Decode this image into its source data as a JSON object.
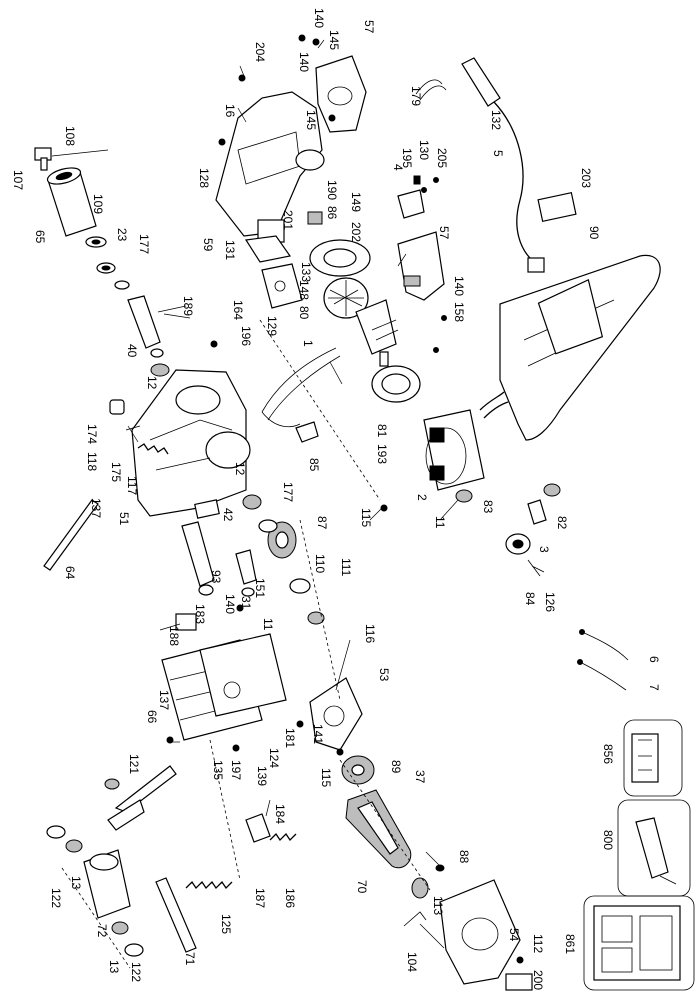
{
  "figure": {
    "callouts": [
      "145",
      "140",
      "57",
      "204",
      "140",
      "179",
      "132",
      "5",
      "16",
      "145",
      "130",
      "195",
      "205",
      "4",
      "128",
      "203",
      "190",
      "86",
      "149",
      "202",
      "57",
      "90",
      "201",
      "59",
      "131",
      "133",
      "140",
      "158",
      "148",
      "80",
      "164",
      "129",
      "196",
      "1",
      "189",
      "40",
      "12",
      "81",
      "193",
      "2",
      "174",
      "118",
      "175",
      "117",
      "85",
      "11",
      "83",
      "82",
      "12",
      "177",
      "137",
      "115",
      "51",
      "42",
      "87",
      "3",
      "110",
      "111",
      "64",
      "93",
      "31",
      "151",
      "140",
      "84",
      "126",
      "183",
      "11",
      "188",
      "116",
      "53",
      "6",
      "7",
      "137",
      "141",
      "181",
      "66",
      "124",
      "139",
      "197",
      "135",
      "115",
      "89",
      "121",
      "37",
      "184",
      "856",
      "88",
      "70",
      "187",
      "186",
      "113",
      "800",
      "125",
      "13",
      "122",
      "72",
      "54",
      "112",
      "71",
      "861",
      "104",
      "13",
      "122",
      "200",
      "108",
      "107",
      "109",
      "65",
      "23",
      "177"
    ]
  }
}
